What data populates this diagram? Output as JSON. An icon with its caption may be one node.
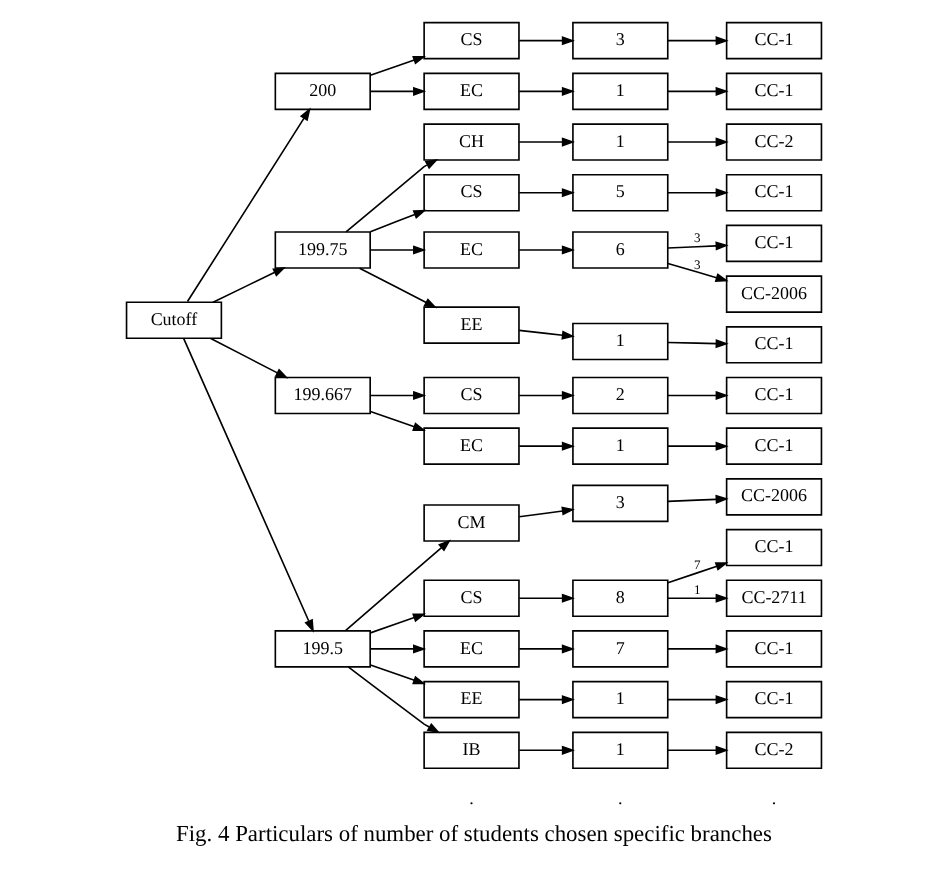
{
  "diagram": {
    "caption": "Fig. 4 Particulars of number of students chosen specific branches",
    "nodes": [
      {
        "text": [
          "Cutoff"
        ]
      },
      {
        "text": [
          "200"
        ]
      },
      {
        "text": [
          "199.75"
        ]
      },
      {
        "text": [
          "199.667"
        ]
      },
      {
        "text": [
          "199.5"
        ]
      },
      {
        "text": [
          "CS"
        ]
      },
      {
        "text": [
          "3"
        ]
      },
      {
        "text": [
          "CC-1"
        ]
      },
      {
        "text": [
          "EC"
        ]
      },
      {
        "text": [
          "1"
        ]
      },
      {
        "text": [
          "CC-1"
        ]
      },
      {
        "text": [
          "CH"
        ]
      },
      {
        "text": [
          "1"
        ]
      },
      {
        "text": [
          "CC-2"
        ]
      },
      {
        "text": [
          "CS"
        ]
      },
      {
        "text": [
          "5"
        ]
      },
      {
        "text": [
          "CC-1"
        ]
      },
      {
        "text": [
          "EC"
        ]
      },
      {
        "text": [
          "6"
        ]
      },
      {
        "text": [
          "CC-1"
        ]
      },
      {
        "text": [
          "CC-2006"
        ]
      },
      {
        "text": [
          "EE"
        ]
      },
      {
        "text": [
          "1"
        ]
      },
      {
        "text": [
          "CC-1"
        ]
      },
      {
        "text": [
          "CS"
        ]
      },
      {
        "text": [
          "2"
        ]
      },
      {
        "text": [
          "CC-1"
        ]
      },
      {
        "text": [
          "EC"
        ]
      },
      {
        "text": [
          "1"
        ]
      },
      {
        "text": [
          "CC-1"
        ]
      },
      {
        "text": [
          "CM"
        ]
      },
      {
        "text": [
          "3"
        ]
      },
      {
        "text": [
          "CC-2006"
        ]
      },
      {
        "text": [
          "CS"
        ]
      },
      {
        "text": [
          "8"
        ]
      },
      {
        "text": [
          "CC-1"
        ]
      },
      {
        "text": [
          "CC-2711"
        ]
      },
      {
        "text": [
          "EC"
        ]
      },
      {
        "text": [
          "7"
        ]
      },
      {
        "text": [
          "CC-1"
        ]
      },
      {
        "text": [
          "EE"
        ]
      },
      {
        "text": [
          "1"
        ]
      },
      {
        "text": [
          "CC-1"
        ]
      },
      {
        "text": [
          "IB"
        ]
      },
      {
        "text": [
          "1"
        ]
      },
      {
        "text": [
          "CC-2"
        ]
      }
    ],
    "edges": [
      {
        "from": 0,
        "to": 1,
        "arrow": "to"
      },
      {
        "from": 0,
        "to": 2,
        "arrow": "to"
      },
      {
        "from": 0,
        "to": 3,
        "arrow": "to"
      },
      {
        "from": 0,
        "to": 4,
        "arrow": "to"
      },
      {
        "from": 1,
        "to": 5,
        "arrow": "to"
      },
      {
        "from": 5,
        "to": 6,
        "arrow": "to"
      },
      {
        "from": 6,
        "to": 7,
        "arrow": "to"
      },
      {
        "from": 1,
        "to": 8,
        "arrow": "to"
      },
      {
        "from": 8,
        "to": 9,
        "arrow": "to"
      },
      {
        "from": 9,
        "to": 10,
        "arrow": "to"
      },
      {
        "from": 2,
        "to": 11,
        "arrow": "to"
      },
      {
        "from": 11,
        "to": 12,
        "arrow": "to"
      },
      {
        "from": 12,
        "to": 13,
        "arrow": "to"
      },
      {
        "from": 2,
        "to": 14,
        "arrow": "to"
      },
      {
        "from": 14,
        "to": 15,
        "arrow": "to"
      },
      {
        "from": 15,
        "to": 16,
        "arrow": "to"
      },
      {
        "from": 2,
        "to": 17,
        "arrow": "to"
      },
      {
        "from": 17,
        "to": 18,
        "arrow": "to"
      },
      {
        "from": 18,
        "to": 19,
        "arrow": "to",
        "label": "3"
      },
      {
        "from": 18,
        "to": 20,
        "arrow": "to",
        "label": "3"
      },
      {
        "from": 2,
        "to": 21,
        "arrow": "to"
      },
      {
        "from": 21,
        "to": 22,
        "arrow": "to"
      },
      {
        "from": 22,
        "to": 23,
        "arrow": "to"
      },
      {
        "from": 3,
        "to": 24,
        "arrow": "to"
      },
      {
        "from": 24,
        "to": 25,
        "arrow": "to"
      },
      {
        "from": 25,
        "to": 26,
        "arrow": "to"
      },
      {
        "from": 3,
        "to": 27,
        "arrow": "to"
      },
      {
        "from": 27,
        "to": 28,
        "arrow": "to"
      },
      {
        "from": 28,
        "to": 29,
        "arrow": "to"
      },
      {
        "from": 4,
        "to": 30,
        "arrow": "to"
      },
      {
        "from": 30,
        "to": 31,
        "arrow": "to"
      },
      {
        "from": 31,
        "to": 32,
        "arrow": "to"
      },
      {
        "from": 4,
        "to": 33,
        "arrow": "to"
      },
      {
        "from": 33,
        "to": 34,
        "arrow": "to"
      },
      {
        "from": 34,
        "to": 35,
        "arrow": "to",
        "label": "7"
      },
      {
        "from": 34,
        "to": 36,
        "arrow": "to",
        "label": "1"
      },
      {
        "from": 4,
        "to": 37,
        "arrow": "to"
      },
      {
        "from": 37,
        "to": 38,
        "arrow": "to"
      },
      {
        "from": 38,
        "to": 39,
        "arrow": "to"
      },
      {
        "from": 4,
        "to": 40,
        "arrow": "to"
      },
      {
        "from": 40,
        "to": 41,
        "arrow": "to"
      },
      {
        "from": 41,
        "to": 42,
        "arrow": "to"
      },
      {
        "from": 4,
        "to": 43,
        "arrow": "to"
      },
      {
        "from": 43,
        "to": 44,
        "arrow": "to"
      },
      {
        "from": 44,
        "to": 45,
        "arrow": "to"
      }
    ],
    "labels": [
      ".",
      ".",
      "."
    ]
  }
}
